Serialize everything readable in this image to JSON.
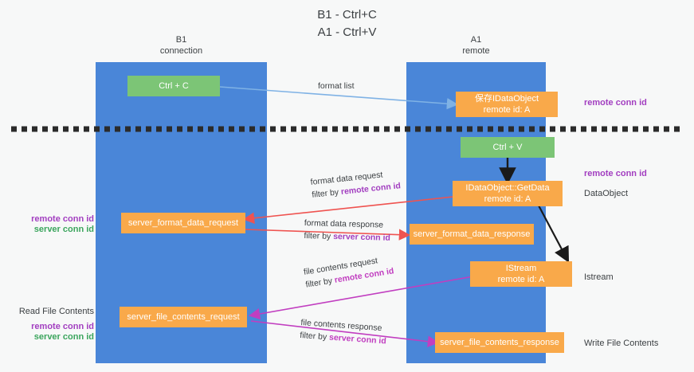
{
  "title": "B1 - Ctrl+C\nA1 - Ctrl+V",
  "lanes": [
    {
      "id": "b1",
      "label": "B1\nconnection"
    },
    {
      "id": "a1",
      "label": "A1\nremote"
    }
  ],
  "nodes": {
    "ctrl_c": "Ctrl + C",
    "save_idataobject": "保存IDataObject\nremote id: A",
    "ctrl_v": "Ctrl + V",
    "getdata": "IDataObject::GetData\nremote id: A",
    "server_format_data_request": "server_format_data_request",
    "server_format_data_response": "server_format_data_response",
    "istream": "IStream\nremote id: A",
    "server_file_contents_request": "server_file_contents_request",
    "server_file_contents_response": "server_file_contents_response"
  },
  "edge_labels": {
    "format_list": "format list",
    "format_data_request": "format data request",
    "format_data_request_filter_prefix": "filter by ",
    "format_data_request_filter_key": "remote conn id",
    "format_data_response": "format data response",
    "format_data_response_filter_prefix": "filter by ",
    "format_data_response_filter_key": "server conn id",
    "file_contents_request": "file contents request",
    "file_contents_request_filter_prefix": "filter by ",
    "file_contents_request_filter_key": "remote conn id",
    "file_contents_response": "file contents response",
    "file_contents_response_filter_prefix": "filter by ",
    "file_contents_response_filter_key": "server conn id"
  },
  "annotations": {
    "right_remote_conn_id_top": "remote conn id",
    "right_remote_conn_id_mid": "remote conn id",
    "right_dataobject": "DataObject",
    "right_istream": "Istream",
    "right_write_file_contents": "Write File Contents",
    "left_remote_conn_id": "remote conn id",
    "left_server_conn_id": "server conn id",
    "left_read_file_contents": "Read File Contents",
    "left_remote_conn_id_2": "remote conn id",
    "left_server_conn_id_2": "server conn id"
  },
  "colors": {
    "lane": "#4a86d8",
    "node_orange": "#f9a94a",
    "node_green": "#7cc576",
    "accent_purple": "#a23ec0",
    "accent_green": "#3ba55d",
    "accent_magenta": "#c13ec0",
    "arrow_red": "#ef5350",
    "arrow_blue": "#7fb2e5",
    "arrow_black": "#1a1a1a",
    "divider": "#2b2b2b"
  }
}
